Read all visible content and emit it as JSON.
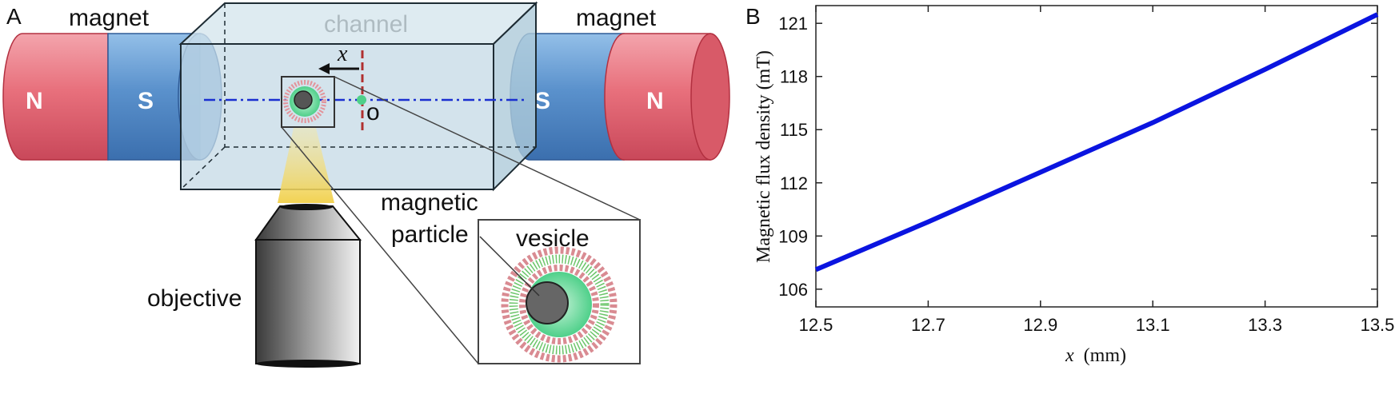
{
  "panel_a": {
    "panel_label": "A",
    "magnet_left_label": "magnet",
    "magnet_right_label": "magnet",
    "channel_label": "channel",
    "pole_left_n": "N",
    "pole_left_s": "S",
    "pole_right_s": "S",
    "pole_right_n": "N",
    "x_axis_symbol": "x",
    "origin_label": "o",
    "objective_label": "objective",
    "magnetic_particle_label_1": "magnetic",
    "magnetic_particle_label_2": "particle",
    "vesicle_label": "vesicle",
    "colors": {
      "magnet_n": "#e8707c",
      "magnet_s": "#5a91cc",
      "channel": "#cfe1ea",
      "axis_line": "#1a2fd0",
      "origin_marker": "#b03030",
      "vesicle_core": "#4fd08a",
      "particle": "#555555"
    }
  },
  "panel_b": {
    "panel_label": "B",
    "chart_data": {
      "type": "line",
      "title": "",
      "xlabel_var": "x",
      "xlabel_unit": "(mm)",
      "ylabel": "Magnetic flux density (mT)",
      "xlim": [
        12.5,
        13.5
      ],
      "ylim": [
        105,
        122
      ],
      "xticks": [
        "12.5",
        "12.7",
        "12.9",
        "13.1",
        "13.3",
        "13.5"
      ],
      "yticks": [
        "106",
        "109",
        "112",
        "115",
        "118",
        "121"
      ],
      "series": [
        {
          "color": "#0a14e0",
          "x": [
            12.5,
            12.7,
            12.9,
            13.1,
            13.3,
            13.5
          ],
          "y": [
            107.1,
            109.8,
            112.6,
            115.4,
            118.4,
            121.5
          ]
        }
      ],
      "grid": false
    }
  }
}
